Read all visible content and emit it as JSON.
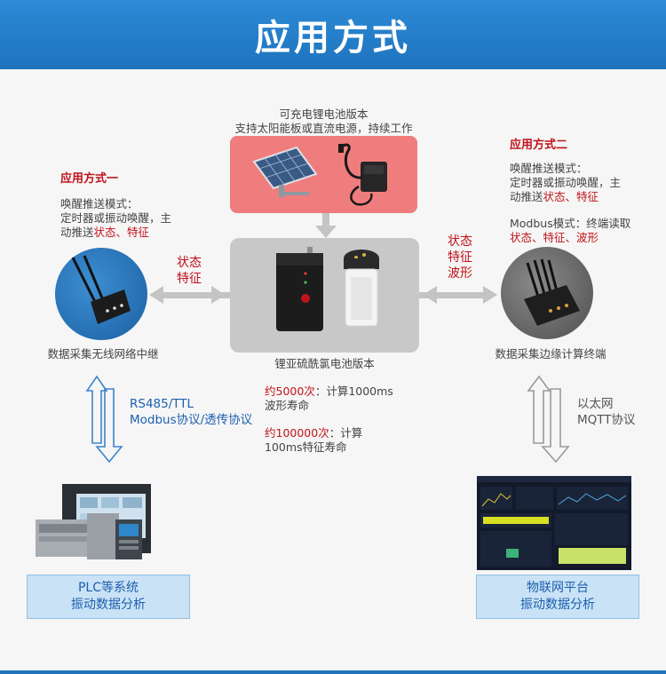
{
  "header": {
    "title": "应用方式"
  },
  "power": {
    "title": "可充电锂电池版本",
    "subtitle": "支持太阳能板或直流电源，持续工作"
  },
  "main_device": {
    "label": "锂亚硫酰氯电池版本"
  },
  "life": {
    "line1_red": "约5000次",
    "line1_rest": "：计算1000ms",
    "line2": "波形寿命",
    "line3_red": "约100000次",
    "line3_rest": "：计算",
    "line4": "100ms特征寿命"
  },
  "left_arrow_label": {
    "line1": "状态",
    "line2": "特征"
  },
  "right_arrow_label": {
    "line1": "状态",
    "line2": "特征",
    "line3": "波形"
  },
  "mode1": {
    "title": "应用方式一",
    "line1": "唤醒推送模式：",
    "line2": "定时器或振动唤醒，主",
    "line3_prefix": "动推送",
    "line3_red": "状态、特征",
    "device_label": "数据采集无线网络中继"
  },
  "mode2": {
    "title": "应用方式二",
    "line1": "唤醒推送模式：",
    "line2": "定时器或振动唤醒，主",
    "line3_prefix": "动推送",
    "line3_red": "状态、特征",
    "line4": "Modbus模式：终端读取",
    "line5_red": "状态、特征、波形",
    "device_label": "数据采集边缘计算终端"
  },
  "left_link": {
    "line1": "RS485/TTL",
    "line2": "Modbus协议/透传协议"
  },
  "right_link": {
    "line1": "以太网",
    "line2": "MQTT协议"
  },
  "plc_box": {
    "line1": "PLC等系统",
    "line2": "振动数据分析"
  },
  "iot_box": {
    "line1": "物联网平台",
    "line2": "振动数据分析"
  },
  "colors": {
    "header": "#1f73bd",
    "accent_red": "#c0121a",
    "link_blue": "#1d5fb0",
    "power_box": "#ef7d7d"
  }
}
